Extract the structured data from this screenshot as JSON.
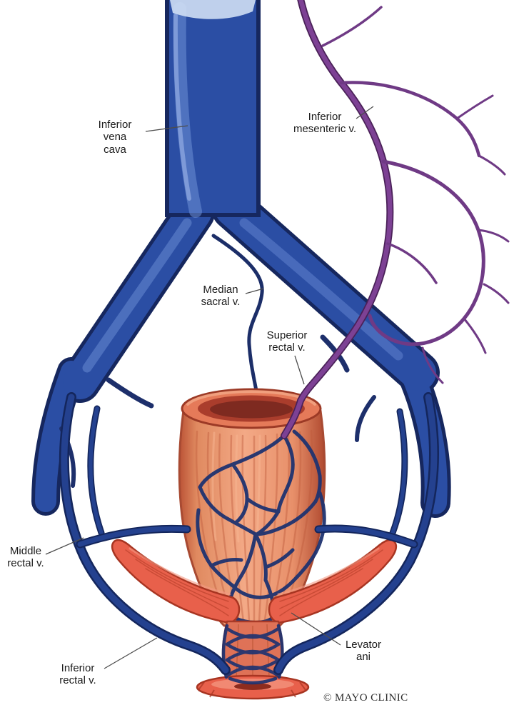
{
  "labels": {
    "inferior_vena_cava": "Inferior\nvena\ncava",
    "inferior_mesenteric_vein": "Inferior\nmesenteric v.",
    "median_sacral_vein": "Median\nsacral v.",
    "superior_rectal_vein": "Superior\nrectal v.",
    "middle_rectal_vein": "Middle\nrectal v.",
    "inferior_rectal_vein": "Inferior\nrectal v.",
    "levator_ani": "Levator\nani"
  },
  "credit": "© MAYO CLINIC",
  "colors": {
    "vein_blue": "#2b4ea4",
    "vein_blue_dark": "#16275e",
    "vein_highlight": "#6d8fd6",
    "plexus_blue": "#1f3370",
    "loop_blue": "#24418f",
    "mesenteric_purple": "#7d4194",
    "mesenteric_purple_dark": "#4a2158",
    "rectum_light": "#f3a986",
    "rectum_dark": "#b94f35",
    "muscle_red": "#e8604b",
    "label_text": "#1b1b1b",
    "background": "#ffffff"
  }
}
